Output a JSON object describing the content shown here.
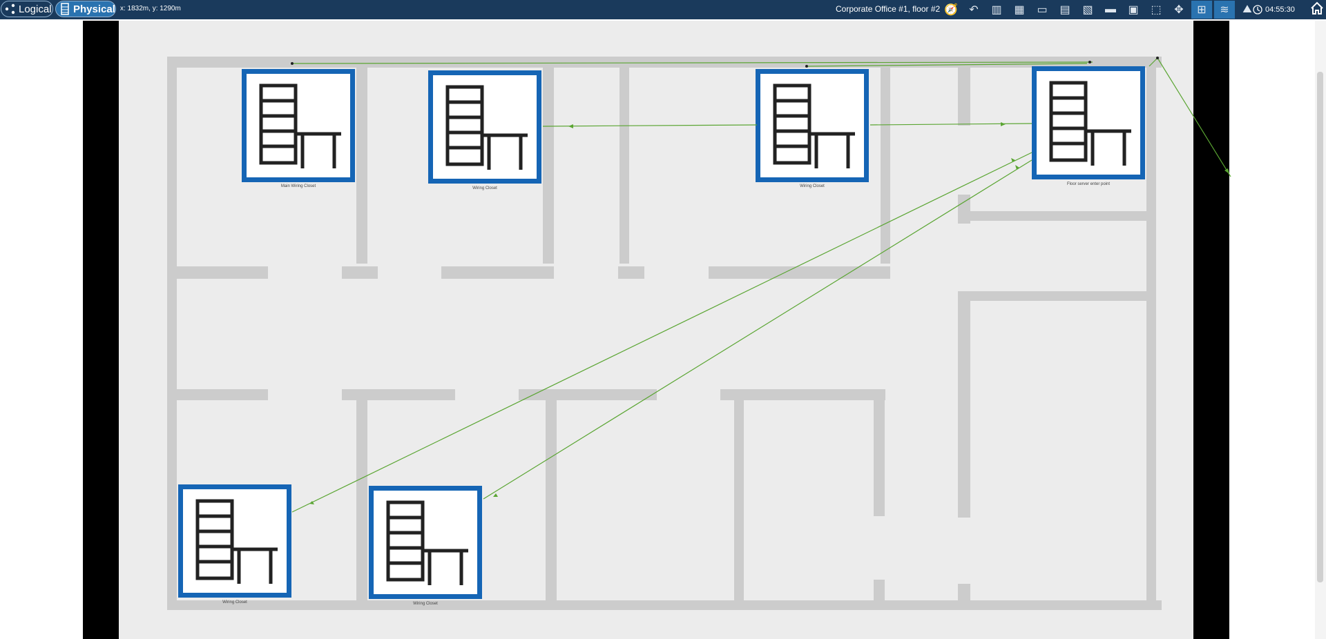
{
  "toolbar": {
    "logical_label": "Logical",
    "physical_label": "Physical",
    "coords": "x: 1832m, y: 1290m",
    "floor_title": "Corporate Office #1, floor #2",
    "clock": "04:55:30",
    "tools": [
      {
        "name": "compass-icon",
        "glyph": "🧭"
      },
      {
        "name": "undo-icon",
        "glyph": "↶"
      },
      {
        "name": "building-list-icon",
        "glyph": "▥"
      },
      {
        "name": "add-building-icon",
        "glyph": "▦"
      },
      {
        "name": "add-rack-icon",
        "glyph": "▭"
      },
      {
        "name": "add-device-icon",
        "glyph": "▤"
      },
      {
        "name": "add-device-2-icon",
        "glyph": "▧"
      },
      {
        "name": "printer-icon",
        "glyph": "▬"
      },
      {
        "name": "document-icon",
        "glyph": "▣"
      },
      {
        "name": "fit-view-icon",
        "glyph": "⬚"
      },
      {
        "name": "pan-icon",
        "glyph": "✥"
      },
      {
        "name": "grid-view-icon",
        "glyph": "⊞"
      },
      {
        "name": "wifi-icon",
        "glyph": "≋"
      },
      {
        "name": "landscape-icon",
        "glyph": "⛰"
      }
    ]
  },
  "devices": [
    {
      "id": "d1",
      "label": "Main Wiring Closet"
    },
    {
      "id": "d2",
      "label": "Wiring Closet"
    },
    {
      "id": "d3",
      "label": "Wiring Closet"
    },
    {
      "id": "d4",
      "label": "Floor server enter point"
    },
    {
      "id": "d5",
      "label": "Wiring Closet"
    },
    {
      "id": "d6",
      "label": "Wiring Closet"
    }
  ],
  "colors": {
    "topbar": "#1a3a5c",
    "active_mode": "#2a73b0",
    "device_border": "#1565b5",
    "link": "#5aa532",
    "wall": "#cccccc"
  }
}
